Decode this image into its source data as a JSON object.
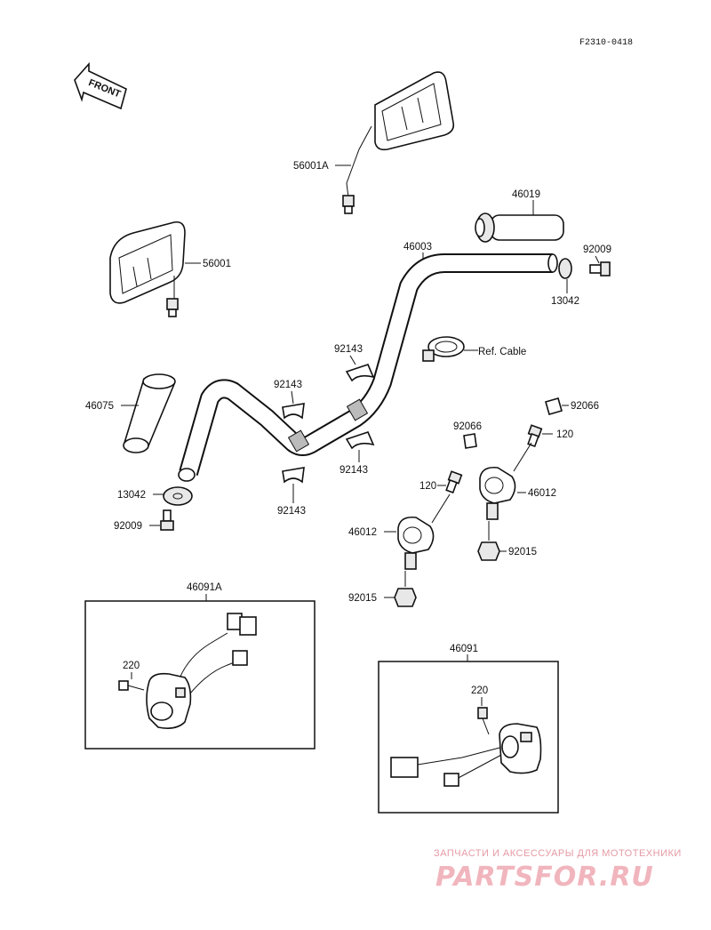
{
  "diagram_code": "F2310-0418",
  "front_label": "FRONT",
  "labels": {
    "mirror_right": "56001A",
    "mirror_left": "56001",
    "grip_throttle": "46019",
    "handlebar": "46003",
    "bolt_right": "92009",
    "weight_right": "13042",
    "ref_cable": "Ref. Cable",
    "grip_left": "46075",
    "clamp_top_a": "92143",
    "clamp_top_b": "92143",
    "clamp_bot_a": "92143",
    "clamp_bot_b": "92143",
    "cap_right": "92066",
    "cap_mid": "92066",
    "bolt120_right": "120",
    "bolt120_mid": "120",
    "holder_right": "46012",
    "holder_left": "46012",
    "weight_left": "13042",
    "bolt_left": "92009",
    "nut_right": "92015",
    "nut_left": "92015",
    "switch_left": "46091A",
    "screw_left": "220",
    "switch_right": "46091",
    "screw_right": "220"
  },
  "watermark": {
    "tagline": "ЗАПЧАСТИ И АКСЕССУАРЫ ДЛЯ МОТОТЕХНИКИ",
    "logo": "PARTSFOR.RU"
  }
}
